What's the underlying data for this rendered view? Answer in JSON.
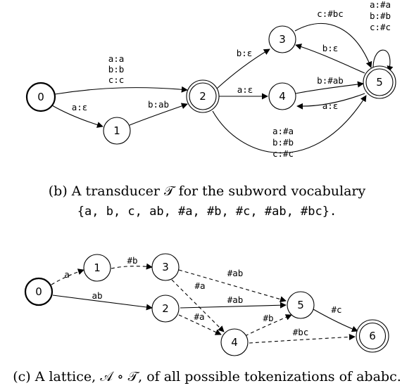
{
  "transducer": {
    "caption_line1": "(b) A transducer 𝒯 for the subword vocabulary",
    "caption_line2": "{a, b, c, ab, #a, #b, #c, #ab, #bc}.",
    "states": [
      {
        "id": "t0",
        "label": "0",
        "start": true
      },
      {
        "id": "t1",
        "label": "1"
      },
      {
        "id": "t2",
        "label": "2",
        "final": true
      },
      {
        "id": "t3",
        "label": "3"
      },
      {
        "id": "t4",
        "label": "4"
      },
      {
        "id": "t5",
        "label": "5",
        "final": true
      }
    ],
    "edge_labels": {
      "e0_2": [
        "a:a",
        "b:b",
        "c:c"
      ],
      "e0_1": [
        "a:ε"
      ],
      "e1_2": [
        "b:ab"
      ],
      "e2_3": [
        "b:ε"
      ],
      "e2_4": [
        "a:ε"
      ],
      "e2_5": [
        "a:#a",
        "b:#b",
        "c:#c"
      ],
      "e3_5": [
        "c:#bc"
      ],
      "e5_3": [
        "b:ε"
      ],
      "e4_5": [
        "b:#ab"
      ],
      "e5_4": [
        "a:ε"
      ],
      "e5_5": [
        "a:#a",
        "b:#b",
        "c:#c"
      ]
    }
  },
  "lattice": {
    "caption": "(c) A lattice, 𝒜 ∘ 𝒯, of all possible tokenizations of ababc.",
    "states": [
      {
        "id": "l0",
        "label": "0",
        "start": true
      },
      {
        "id": "l1",
        "label": "1"
      },
      {
        "id": "l2",
        "label": "2"
      },
      {
        "id": "l3",
        "label": "3"
      },
      {
        "id": "l4",
        "label": "4"
      },
      {
        "id": "l5",
        "label": "5"
      },
      {
        "id": "l6",
        "label": "6",
        "final": true
      }
    ],
    "edge_labels": {
      "l0_1": "a",
      "l0_2": "ab",
      "l1_3": "#b",
      "l3_5": "#ab",
      "l3_4": "#a",
      "l2_5": "#ab",
      "l2_4": "#a",
      "l4_5": "#b",
      "l4_6": "#bc",
      "l5_6": "#c"
    }
  }
}
